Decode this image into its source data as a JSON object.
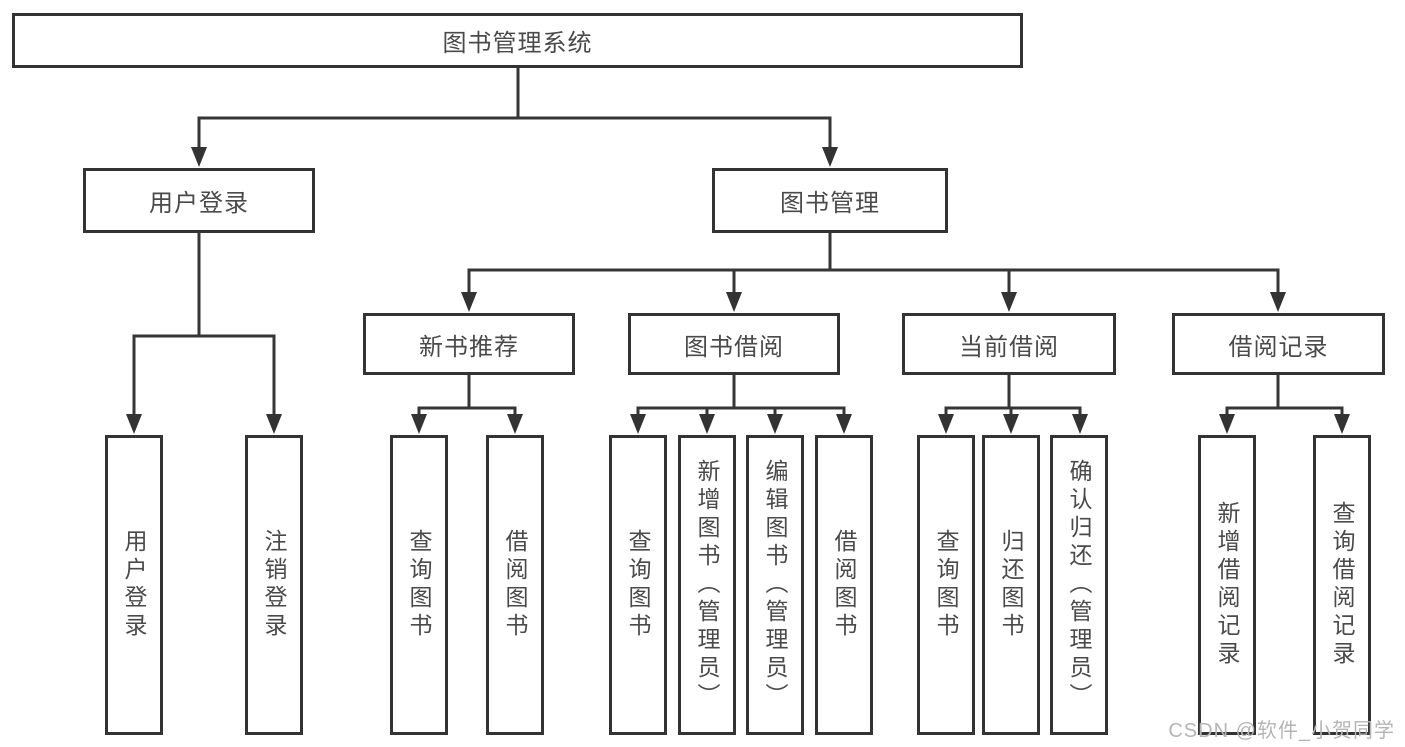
{
  "diagram_type": "hierarchy-tree",
  "nodes": {
    "root": "图书管理系统",
    "user_login_branch": {
      "label": "用户登录",
      "children": [
        "用户登录",
        "注销登录"
      ]
    },
    "book_mgmt_branch": {
      "label": "图书管理",
      "groups": [
        {
          "label": "新书推荐",
          "children": [
            "查询图书",
            "借阅图书"
          ]
        },
        {
          "label": "图书借阅",
          "children": [
            "查询图书",
            "新增图书（管理员）",
            "编辑图书（管理员）",
            "借阅图书"
          ]
        },
        {
          "label": "当前借阅",
          "children": [
            "查询图书",
            "归还图书",
            "确认归还（管理员）"
          ]
        },
        {
          "label": "借阅记录",
          "children": [
            "新增借阅记录",
            "查询借阅记录"
          ]
        }
      ]
    }
  },
  "watermark": "CSDN @软件_小贺同学",
  "colors": {
    "line": "#363636",
    "box_border": "#333333",
    "text": "#4a4a4a",
    "watermark": "#b5b5b5",
    "background": "#ffffff"
  }
}
